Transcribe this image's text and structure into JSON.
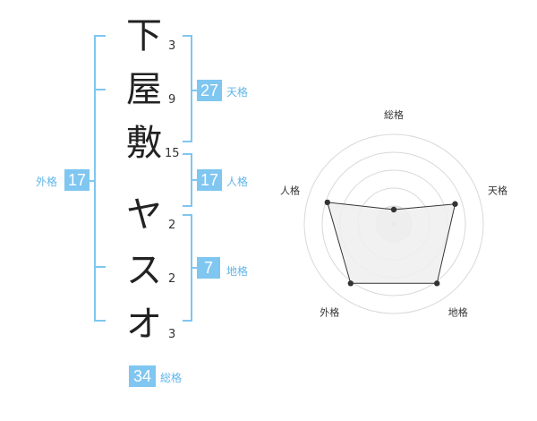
{
  "name": {
    "chars": [
      {
        "char": "下",
        "strokes": "3"
      },
      {
        "char": "屋",
        "strokes": "9"
      },
      {
        "char": "敷",
        "strokes": "15"
      },
      {
        "char": "ヤ",
        "strokes": "2"
      },
      {
        "char": "ス",
        "strokes": "2"
      },
      {
        "char": "オ",
        "strokes": "3"
      }
    ]
  },
  "fortune": {
    "tenkaku": {
      "label": "天格",
      "value": "27"
    },
    "jinkaku": {
      "label": "人格",
      "value": "17"
    },
    "chikaku": {
      "label": "地格",
      "value": "7"
    },
    "gaikaku": {
      "label": "外格",
      "value": "17"
    },
    "soukaku": {
      "label": "総格",
      "value": "34"
    }
  },
  "radar": {
    "axes": [
      "総格",
      "天格",
      "地格",
      "外格",
      "人格"
    ],
    "scores": [
      0.16,
      0.72,
      0.82,
      0.82,
      0.78
    ],
    "max": 1,
    "rings": 5
  },
  "colors": {
    "accent": "#7fc6f0",
    "accent_text": "#5fb5e8",
    "radar_fill": "#efefef",
    "ring": "#d9d9d9"
  }
}
